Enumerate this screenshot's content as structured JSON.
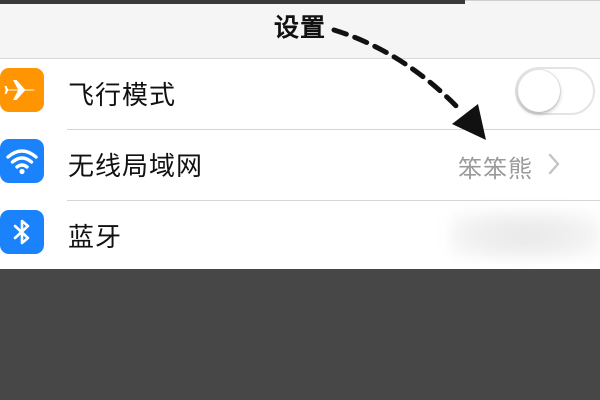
{
  "header": {
    "title": "设置"
  },
  "settings": {
    "items": [
      {
        "label": "飞行模式",
        "icon": "airplane-icon",
        "icon_color": "#FF9500",
        "control": "toggle",
        "toggle_on": false
      },
      {
        "label": "无线局域网",
        "icon": "wifi-icon",
        "icon_color": "#1A82FB",
        "value": "笨笨熊",
        "control": "chevron"
      },
      {
        "label": "蓝牙",
        "icon": "bluetooth-icon",
        "icon_color": "#1A82FB",
        "control": "blurred-value"
      }
    ]
  },
  "colors": {
    "accent_orange": "#FF9500",
    "accent_blue": "#1A82FB",
    "background_dark": "#474747"
  }
}
